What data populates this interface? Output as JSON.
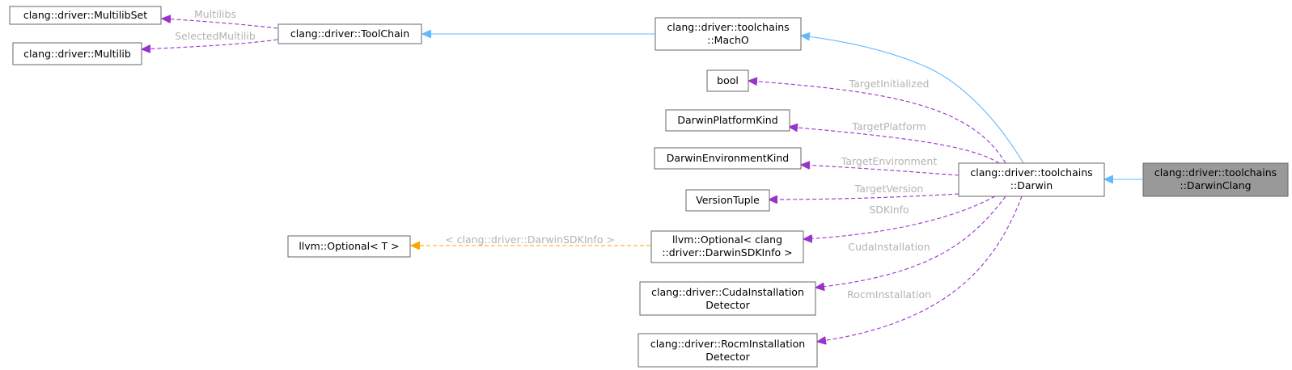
{
  "diagram": {
    "type": "class-collaboration-graph",
    "colors": {
      "inheritance": "#63b8ff",
      "usage": "#9a32cd",
      "template": "#ffa500",
      "highlight_fill": "#999999",
      "label": "#b3b3b3"
    },
    "nodes": {
      "multilibset": {
        "lines": [
          "clang::driver::MultilibSet"
        ]
      },
      "multilib": {
        "lines": [
          "clang::driver::Multilib"
        ]
      },
      "toolchain": {
        "lines": [
          "clang::driver::ToolChain"
        ]
      },
      "macho": {
        "lines": [
          "clang::driver::toolchains",
          "::MachO"
        ]
      },
      "bool": {
        "lines": [
          "bool"
        ]
      },
      "platformkind": {
        "lines": [
          "DarwinPlatformKind"
        ]
      },
      "envkind": {
        "lines": [
          "DarwinEnvironmentKind"
        ]
      },
      "versiontuple": {
        "lines": [
          "VersionTuple"
        ]
      },
      "optional_t": {
        "lines": [
          "llvm::Optional< T >"
        ]
      },
      "optional_sdk": {
        "lines": [
          "llvm::Optional< clang",
          "::driver::DarwinSDKInfo >"
        ]
      },
      "cuda": {
        "lines": [
          "clang::driver::CudaInstallation",
          "Detector"
        ]
      },
      "rocm": {
        "lines": [
          "clang::driver::RocmInstallation",
          "Detector"
        ]
      },
      "darwin": {
        "lines": [
          "clang::driver::toolchains",
          "::Darwin"
        ]
      },
      "darwinclang": {
        "lines": [
          "clang::driver::toolchains",
          "::DarwinClang"
        ],
        "highlighted": true
      }
    },
    "edge_labels": {
      "multilibs": "Multilibs",
      "selectedmultilib": "SelectedMultilib",
      "targetinitialized": "TargetInitialized",
      "targetplatform": "TargetPlatform",
      "targetenvironment": "TargetEnvironment",
      "targetversion": "TargetVersion",
      "sdkinfo": "SDKInfo",
      "template_arg": "< clang::driver::DarwinSDKInfo >",
      "cudainstallation": "CudaInstallation",
      "rocminstallation": "RocmInstallation"
    }
  }
}
